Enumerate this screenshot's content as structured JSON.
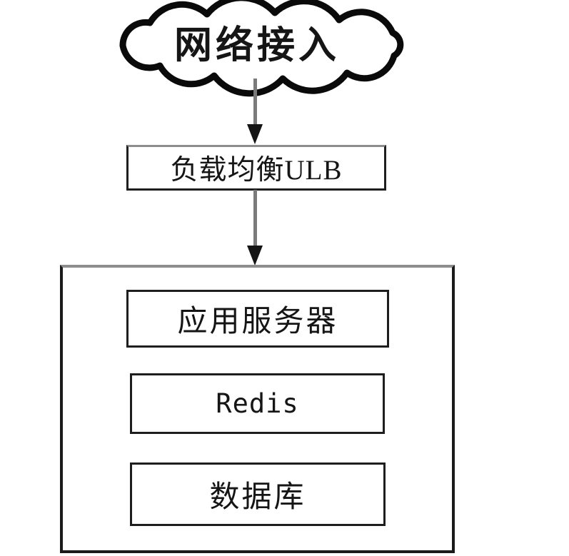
{
  "diagram": {
    "cloud": {
      "label": "网络接入"
    },
    "load_balancer": {
      "label": "负载均衡ULB"
    },
    "server_group": {
      "items": [
        {
          "label": "应用服务器"
        },
        {
          "label": "Redis"
        },
        {
          "label": "数据库"
        }
      ]
    },
    "colors": {
      "outline": "#141414",
      "arrow_shaft": "#7b7b7b",
      "box_top_border": "#8d8d8d",
      "background": "#ffffff"
    }
  }
}
